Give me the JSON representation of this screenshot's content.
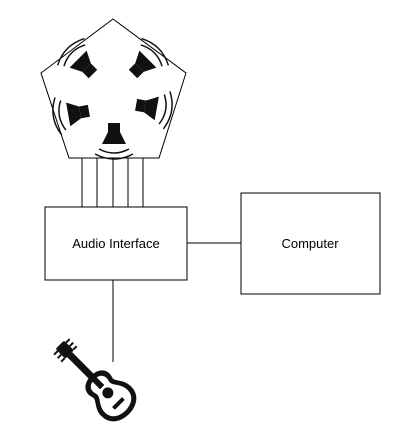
{
  "diagram": {
    "nodes": {
      "speaker_array": {
        "icon": "speaker-array-icon",
        "speaker_count": 5,
        "connection_lines": 5
      },
      "audio_interface": {
        "label": "Audio Interface"
      },
      "computer": {
        "label": "Computer"
      },
      "guitar": {
        "icon": "acoustic-guitar-icon"
      }
    },
    "edges": [
      {
        "from": "speaker_array",
        "to": "audio_interface"
      },
      {
        "from": "audio_interface",
        "to": "computer"
      },
      {
        "from": "audio_interface",
        "to": "guitar"
      }
    ],
    "colors": {
      "stroke": "#000000",
      "fill": "#ffffff",
      "icon": "#111111"
    }
  }
}
